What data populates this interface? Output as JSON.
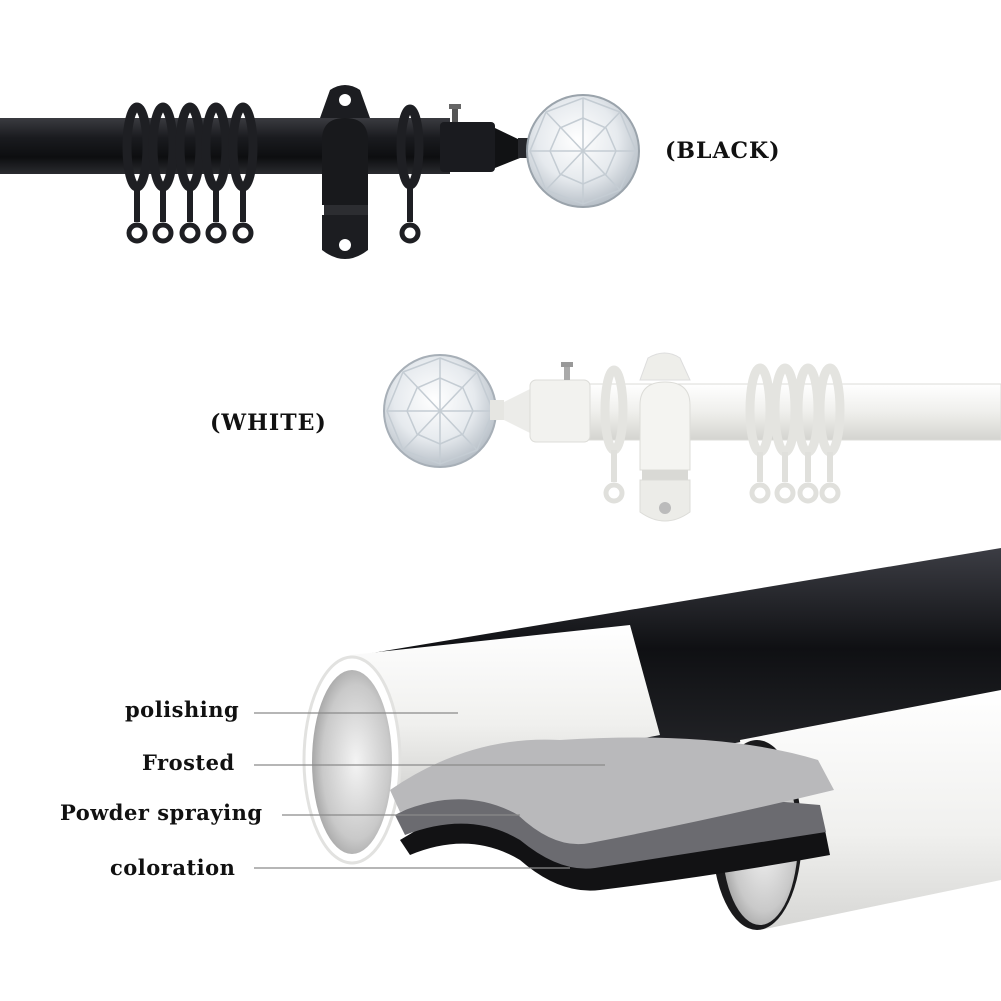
{
  "variants": {
    "black_label": "(BLACK)",
    "white_label": "(WHITE)"
  },
  "layers": [
    {
      "label": "polishing"
    },
    {
      "label": "Frosted"
    },
    {
      "label": "Powder spraying"
    },
    {
      "label": "coloration"
    }
  ],
  "colors": {
    "black_rod": "#1b1c20",
    "white_rod": "#eeeeec",
    "frosted": "#b9b9bb",
    "powder": "#6b6b70",
    "coloration": "#121214"
  }
}
